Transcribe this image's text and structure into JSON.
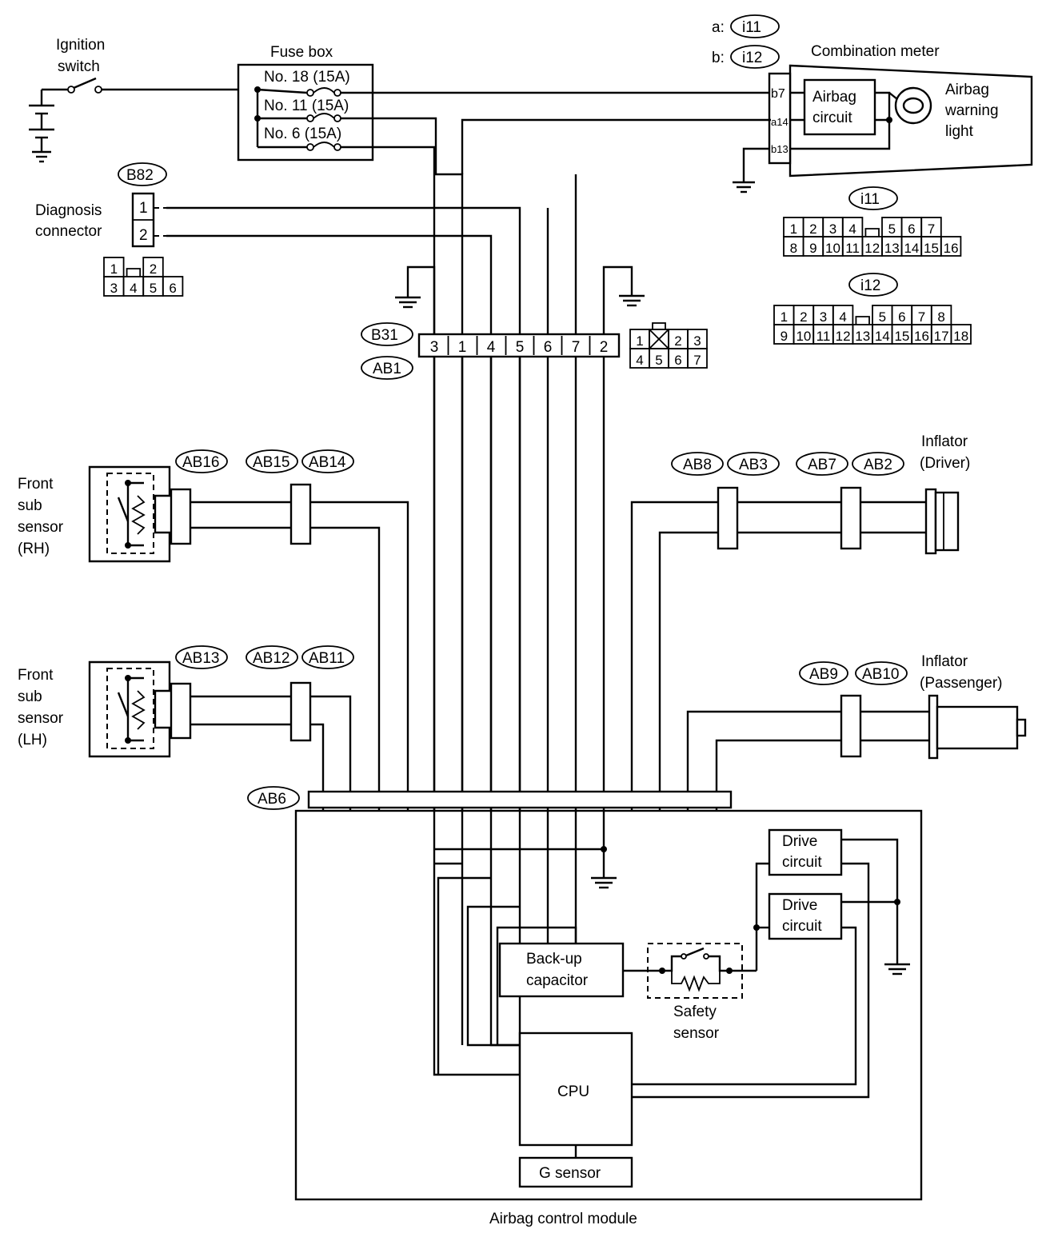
{
  "labels": {
    "ignition_switch": [
      "Ignition",
      "switch"
    ],
    "fuse_box": "Fuse box",
    "fuses": [
      "No. 18 (15A)",
      "No. 11 (15A)",
      "No. 6 (15A)"
    ],
    "combination_meter": "Combination meter",
    "meter_connectors": [
      "a:",
      "b:"
    ],
    "meter_pins": [
      "b7",
      "a14",
      "b13"
    ],
    "airbag_circuit": [
      "Airbag",
      "circuit"
    ],
    "warning_light": [
      "Airbag",
      "warning",
      "light"
    ],
    "diagnosis_connector": [
      "Diagnosis",
      "connector"
    ],
    "diag_pins": [
      "1",
      "2"
    ],
    "front_sub_sensor_rh": [
      "Front",
      "sub",
      "sensor",
      "(RH)"
    ],
    "front_sub_sensor_lh": [
      "Front",
      "sub",
      "sensor",
      "(LH)"
    ],
    "inflator_driver": [
      "Inflator",
      "(Driver)"
    ],
    "inflator_passenger": [
      "Inflator",
      "(Passenger)"
    ],
    "drive_circuit": [
      "Drive",
      "circuit"
    ],
    "backup_capacitor": [
      "Back-up",
      "capacitor"
    ],
    "safety_sensor": [
      "Safety",
      "sensor"
    ],
    "cpu": "CPU",
    "g_sensor": "G sensor",
    "control_module": "Airbag control module"
  },
  "connector_ids": {
    "i11": "i11",
    "i12": "i12",
    "b82": "B82",
    "b31": "B31",
    "ab1": "AB1",
    "ab16": "AB16",
    "ab15": "AB15",
    "ab14": "AB14",
    "ab13": "AB13",
    "ab12": "AB12",
    "ab11": "AB11",
    "ab8": "AB8",
    "ab3": "AB3",
    "ab7": "AB7",
    "ab2": "AB2",
    "ab9": "AB9",
    "ab10": "AB10",
    "ab6": "AB6"
  },
  "b31_pins": [
    "3",
    "1",
    "4",
    "5",
    "6",
    "7",
    "2"
  ],
  "b82_face": [
    [
      "1",
      "",
      "2"
    ],
    [
      "3",
      "4",
      "5",
      "6"
    ]
  ],
  "b31_face": [
    [
      "1",
      "",
      "2",
      "3"
    ],
    [
      "4",
      "5",
      "6",
      "7"
    ]
  ],
  "i11_face": [
    [
      "1",
      "2",
      "3",
      "4",
      "",
      "5",
      "6",
      "7"
    ],
    [
      "8",
      "9",
      "10",
      "11",
      "12",
      "13",
      "14",
      "15",
      "16"
    ]
  ],
  "i12_face": [
    [
      "1",
      "2",
      "3",
      "4",
      "",
      "5",
      "6",
      "7",
      "8"
    ],
    [
      "9",
      "10",
      "11",
      "12",
      "13",
      "14",
      "15",
      "16",
      "17",
      "18"
    ]
  ]
}
